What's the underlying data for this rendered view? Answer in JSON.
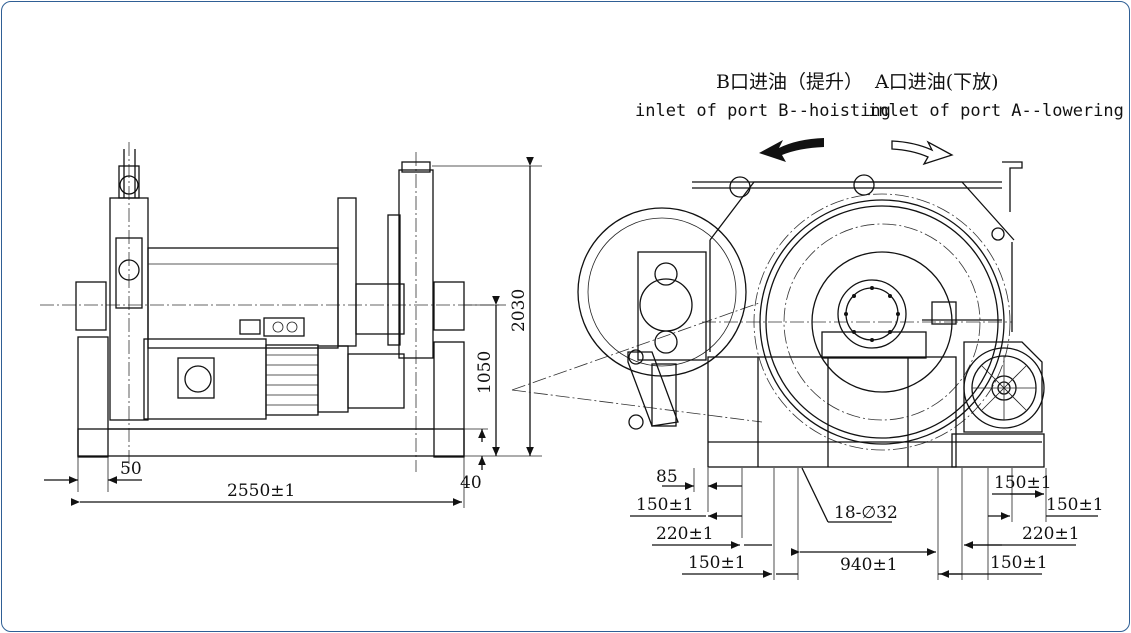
{
  "header": {
    "port_b_cn": "B口进油（提升）",
    "port_b_en": "inlet of port B--hoisting",
    "port_a_cn": "A口进油(下放)",
    "port_a_en": "inlet of port A--lowering"
  },
  "side_view": {
    "height_total": "2030",
    "height_axis": "1050",
    "offset_left": "50",
    "width_total": "2550±1",
    "offset_base": "40"
  },
  "front_view": {
    "edge_offset": "85",
    "left_first": "150±1",
    "left_second": "220±1",
    "left_bottom": "150±1",
    "holes": "18-∅32",
    "center_span": "940±1",
    "right_top_a": "150±1",
    "right_top_b": "150±1",
    "right_second": "220±1",
    "right_bottom": "150±1"
  }
}
